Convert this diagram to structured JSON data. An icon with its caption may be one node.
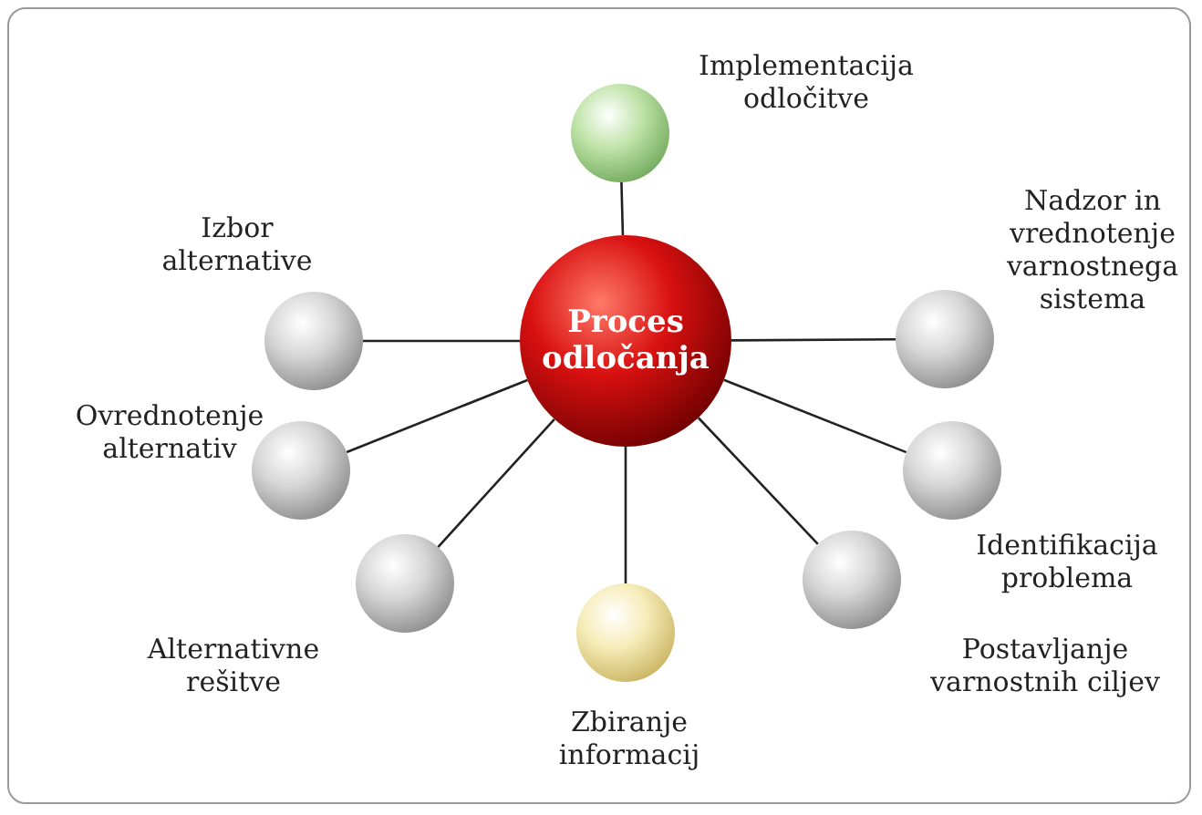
{
  "diagram": {
    "nodes": [
      {
        "text": [
          "Proces odločanja"
        ]
      },
      {
        "text": [
          "Implementacija odločitve"
        ]
      },
      {
        "text": [
          "Nadzor in vrednotenje varnostnega sistema"
        ]
      },
      {
        "text": [
          "Identifikacija problema"
        ]
      },
      {
        "text": [
          "Postavljanje varnostnih ciljev"
        ]
      },
      {
        "text": [
          "Zbiranje informacij"
        ]
      },
      {
        "text": [
          "Alternativne rešitve"
        ]
      },
      {
        "text": [
          "Ovrednotenje alternativ"
        ]
      },
      {
        "text": [
          "Izbor alternative"
        ]
      }
    ],
    "edges": [
      {
        "from": 0,
        "to": 1,
        "arrow": "none"
      },
      {
        "from": 0,
        "to": 2,
        "arrow": "none"
      },
      {
        "from": 0,
        "to": 3,
        "arrow": "none"
      },
      {
        "from": 0,
        "to": 4,
        "arrow": "none"
      },
      {
        "from": 0,
        "to": 5,
        "arrow": "none"
      },
      {
        "from": 0,
        "to": 6,
        "arrow": "none"
      },
      {
        "from": 0,
        "to": 7,
        "arrow": "none"
      },
      {
        "from": 0,
        "to": 8,
        "arrow": "none"
      }
    ]
  }
}
